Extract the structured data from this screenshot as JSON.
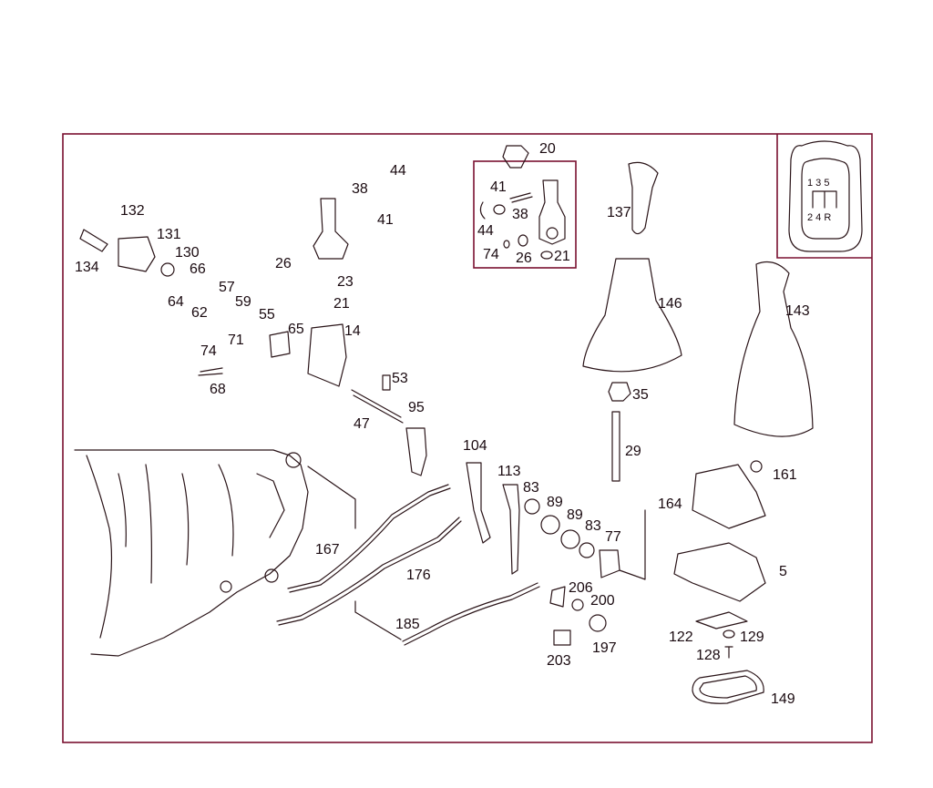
{
  "colors": {
    "frame": "#7a1030",
    "ink": "#2a1418",
    "background": "#ffffff"
  },
  "shift_pattern": {
    "top": "1 3 5",
    "bottom": "2 4 R"
  },
  "callouts": [
    {
      "id": "c20",
      "text": "20"
    },
    {
      "id": "c44a",
      "text": "44"
    },
    {
      "id": "c38a",
      "text": "38"
    },
    {
      "id": "c41a",
      "text": "41"
    },
    {
      "id": "c132",
      "text": "132"
    },
    {
      "id": "c131",
      "text": "131"
    },
    {
      "id": "c130",
      "text": "130"
    },
    {
      "id": "c134",
      "text": "134"
    },
    {
      "id": "c66",
      "text": "66"
    },
    {
      "id": "c26a",
      "text": "26"
    },
    {
      "id": "c23",
      "text": "23"
    },
    {
      "id": "c21a",
      "text": "21"
    },
    {
      "id": "c57",
      "text": "57"
    },
    {
      "id": "c64",
      "text": "64"
    },
    {
      "id": "c59",
      "text": "59"
    },
    {
      "id": "c62",
      "text": "62"
    },
    {
      "id": "c55",
      "text": "55"
    },
    {
      "id": "c65",
      "text": "65"
    },
    {
      "id": "c14",
      "text": "14"
    },
    {
      "id": "c71",
      "text": "71"
    },
    {
      "id": "c74a",
      "text": "74"
    },
    {
      "id": "c68",
      "text": "68"
    },
    {
      "id": "c53",
      "text": "53"
    },
    {
      "id": "c95",
      "text": "95"
    },
    {
      "id": "c47",
      "text": "47"
    },
    {
      "id": "c41b",
      "text": "41"
    },
    {
      "id": "c38b",
      "text": "38"
    },
    {
      "id": "c44b",
      "text": "44"
    },
    {
      "id": "c74b",
      "text": "74"
    },
    {
      "id": "c26b",
      "text": "26"
    },
    {
      "id": "c21b",
      "text": "21"
    },
    {
      "id": "c137",
      "text": "137"
    },
    {
      "id": "c146",
      "text": "146"
    },
    {
      "id": "c143",
      "text": "143"
    },
    {
      "id": "c35",
      "text": "35"
    },
    {
      "id": "c29",
      "text": "29"
    },
    {
      "id": "c161",
      "text": "161"
    },
    {
      "id": "c164",
      "text": "164"
    },
    {
      "id": "c5",
      "text": "5"
    },
    {
      "id": "c104",
      "text": "104"
    },
    {
      "id": "c113",
      "text": "113"
    },
    {
      "id": "c83a",
      "text": "83"
    },
    {
      "id": "c89a",
      "text": "89"
    },
    {
      "id": "c89b",
      "text": "89"
    },
    {
      "id": "c83b",
      "text": "83"
    },
    {
      "id": "c77",
      "text": "77"
    },
    {
      "id": "c167",
      "text": "167"
    },
    {
      "id": "c176",
      "text": "176"
    },
    {
      "id": "c185",
      "text": "185"
    },
    {
      "id": "c206",
      "text": "206"
    },
    {
      "id": "c200",
      "text": "200"
    },
    {
      "id": "c197",
      "text": "197"
    },
    {
      "id": "c203",
      "text": "203"
    },
    {
      "id": "c122",
      "text": "122"
    },
    {
      "id": "c129",
      "text": "129"
    },
    {
      "id": "c128",
      "text": "128"
    },
    {
      "id": "c149",
      "text": "149"
    }
  ]
}
